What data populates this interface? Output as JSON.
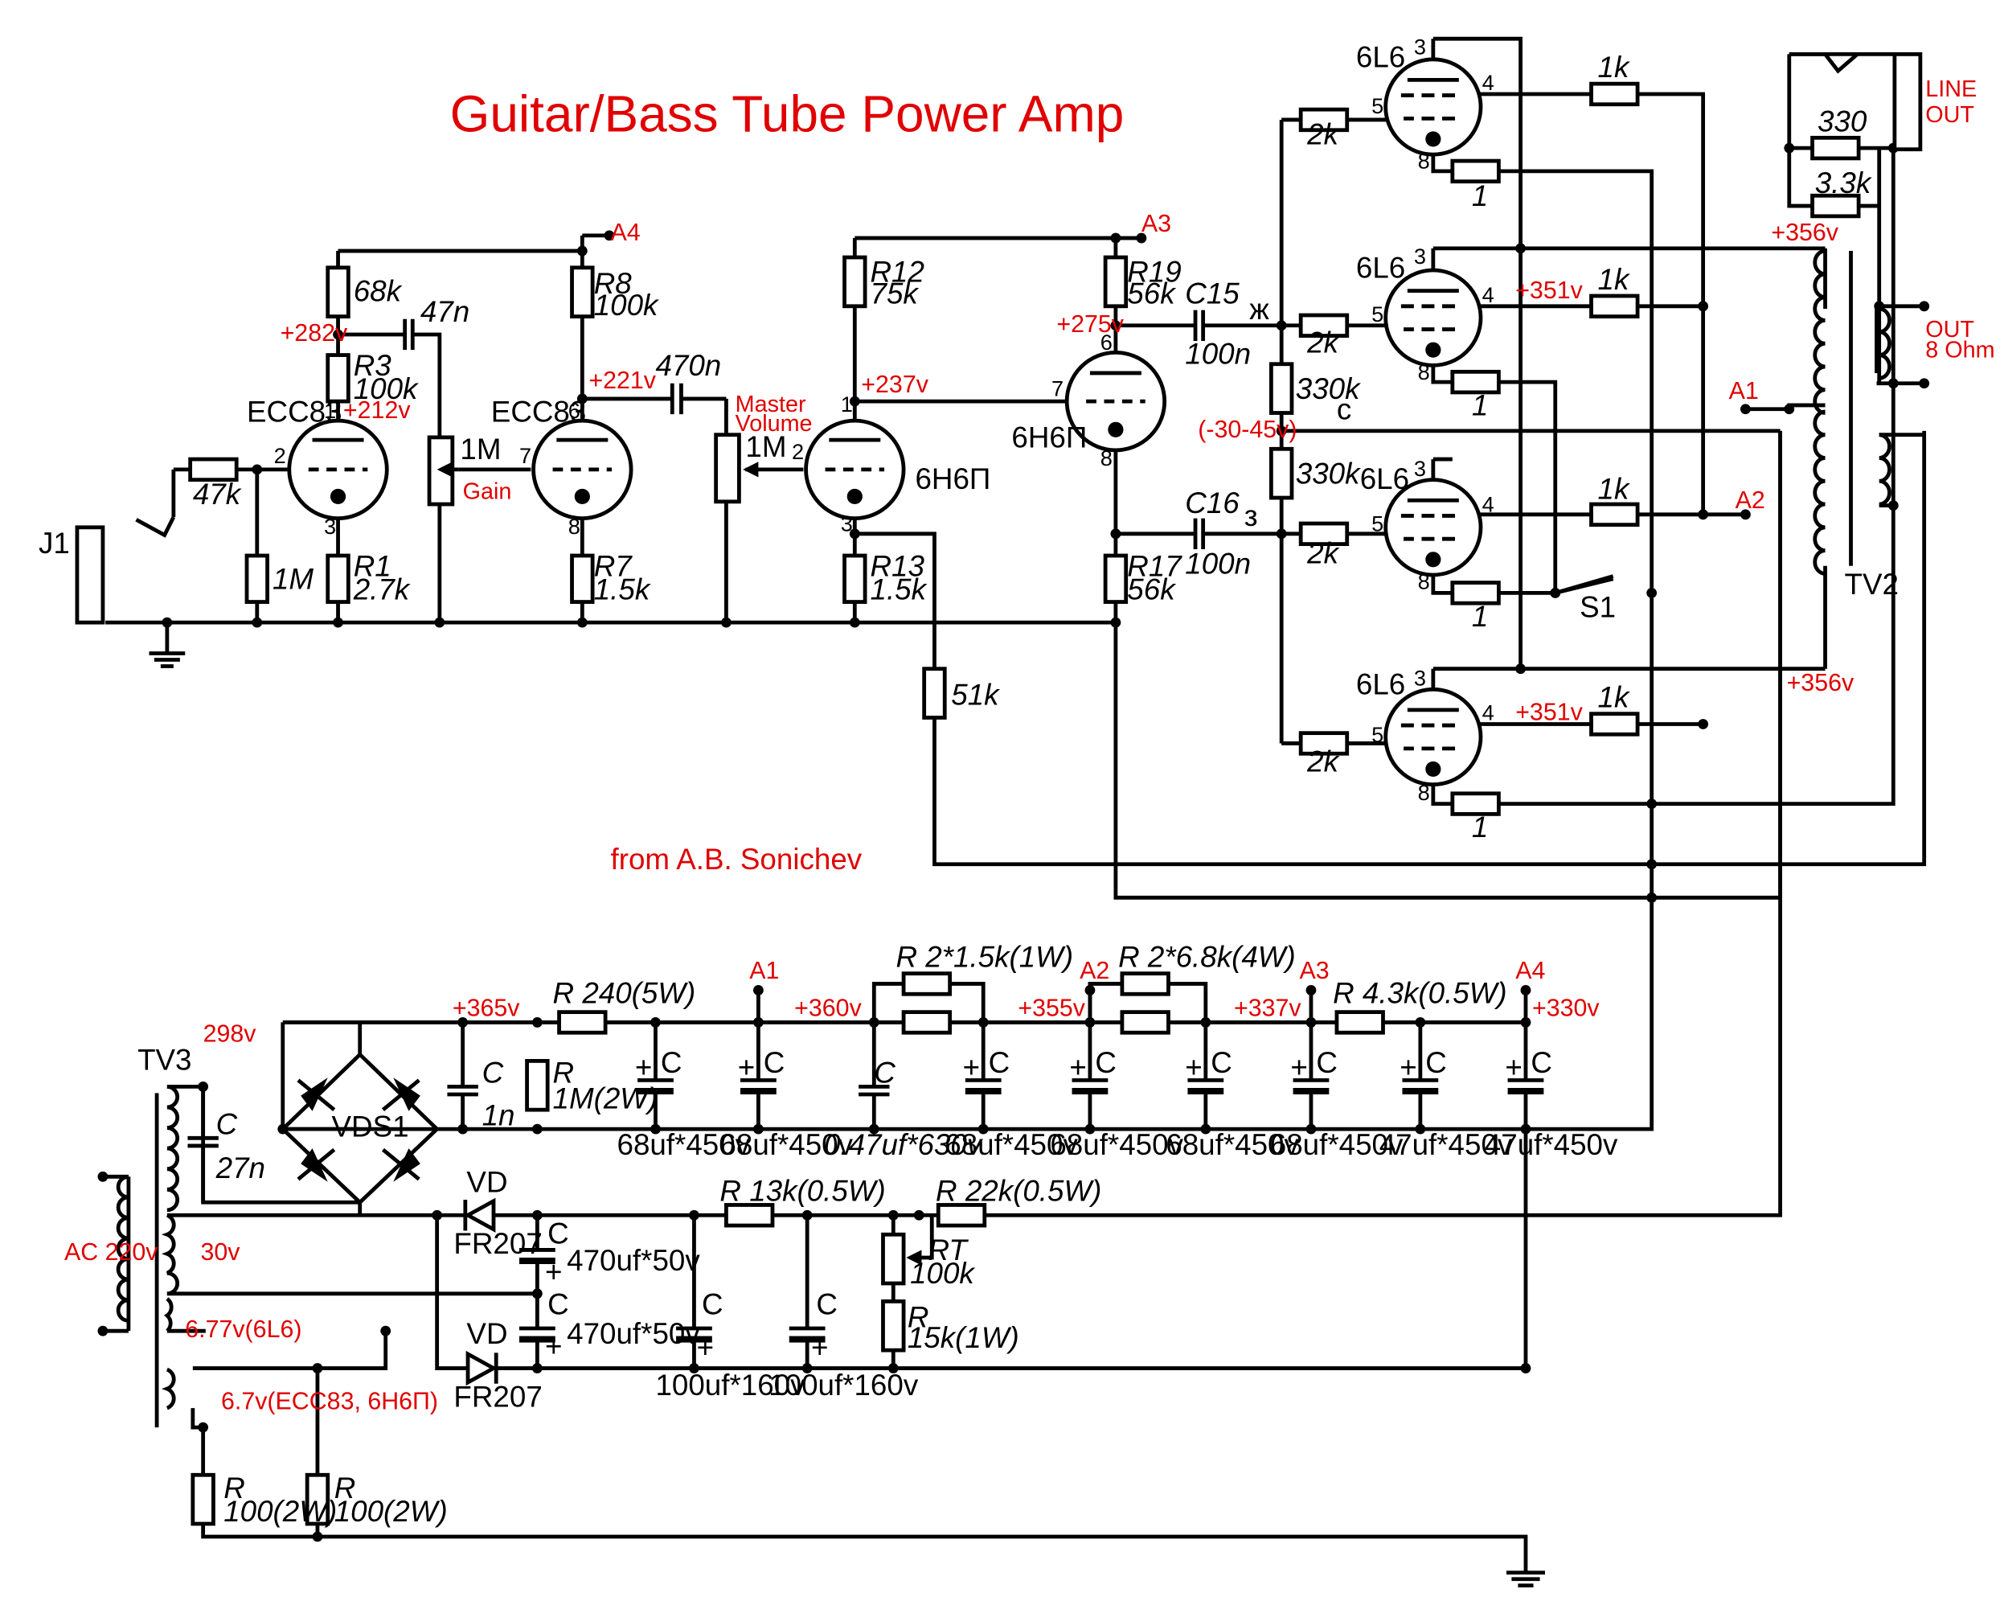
{
  "title": "Guitar/Bass Tube Power Amp",
  "credit": "from A.B. Sonichev",
  "connectors": {
    "input": "J1",
    "line_out": [
      "LINE",
      "OUT"
    ],
    "speaker_out": [
      "OUT",
      "8 Ohm"
    ],
    "switch": "S1",
    "output_transformer": "TV2",
    "power_transformer": "TV3",
    "bridge": "VDS1"
  },
  "tubes": {
    "v1": "ECC83",
    "v2": "ECC83",
    "v3": "6Н6П",
    "v4": "6Н6П",
    "power": "6L6"
  },
  "pins": {
    "p1": "1",
    "p2": "2",
    "p3": "3",
    "p4": "4",
    "p5": "5",
    "p6": "6",
    "p7": "7",
    "p8": "8"
  },
  "preamp_labels": {
    "r_in": "47k",
    "r_grid": "1M",
    "r_68k": "68k",
    "r3": "R3",
    "r3v": "100k",
    "r1": "R1",
    "r1v": "2.7k",
    "c_47n": "47n",
    "pot_gain": "1M",
    "gain": "Gain",
    "r8": "R8",
    "r8v": "100k",
    "r7": "R7",
    "r7v": "1.5k",
    "c_470n": "470n",
    "pot_master": "1M",
    "master": [
      "Master",
      "Volume"
    ],
    "r12": "R12",
    "r12v": "75k",
    "r13": "R13",
    "r13v": "1.5k",
    "r51k": "51k",
    "r19": "R19",
    "r19v": "56k",
    "r17": "R17",
    "r17v": "56k",
    "c15": "C15",
    "c15v": "100n",
    "c16": "C16",
    "c16v": "100n",
    "r330a": "330k",
    "r330b": "330k",
    "zh": "ж",
    "s": "с",
    "z": "з"
  },
  "power_stage_labels": {
    "r1k": "1k",
    "r2k": "2k",
    "r1": "1",
    "r330": "330",
    "r3k3": "3.3k"
  },
  "voltages": {
    "v282": "+282v",
    "v212": "+212v",
    "v221": "+221v",
    "v237": "+237v",
    "v275": "+275v",
    "bias": "(-30-45v)",
    "v356a": "+356v",
    "v356b": "+356v",
    "v351a": "+351v",
    "v351b": "+351v",
    "v365": "+365v",
    "v360": "+360v",
    "v355": "+355v",
    "v337": "+337v",
    "v330": "+330v",
    "v298": "298v",
    "ac": "AC 220v",
    "v30": "30v",
    "h1": "6.77v(6L6)",
    "h2": "6.7v(ECC83, 6Н6П)"
  },
  "nodes": {
    "a1": "A1",
    "a2": "A2",
    "a3": "A3",
    "a4": "A4"
  },
  "supply_labels": {
    "r240": "R  240(5W)",
    "r2x15": "R  2*1.5k(1W)",
    "r2x68": "R  2*6.8k(4W)",
    "r43": "R  4.3k(0.5W)",
    "c": "C",
    "c1n": "1n",
    "r": "R",
    "r1m2w": "1M(2W)",
    "c27n": "27n",
    "caps": [
      "68uf*450v",
      "68uf*450v",
      "0.47uf*630v",
      "68uf*450v",
      "68uf*450v",
      "68uf*450v",
      "68uf*450v",
      "47uf*450v",
      "47uf*450v"
    ],
    "vd": "VD",
    "fr207": "FR207",
    "c470": "470uf*50v",
    "c100": "100uf*160v",
    "r13k": "R  13k(0.5W)",
    "r22k": "R  22k(0.5W)",
    "rt": "RT",
    "rt100k": "100k",
    "r15k": "15k(1W)",
    "r100": "100(2W)",
    "plus": "+"
  }
}
